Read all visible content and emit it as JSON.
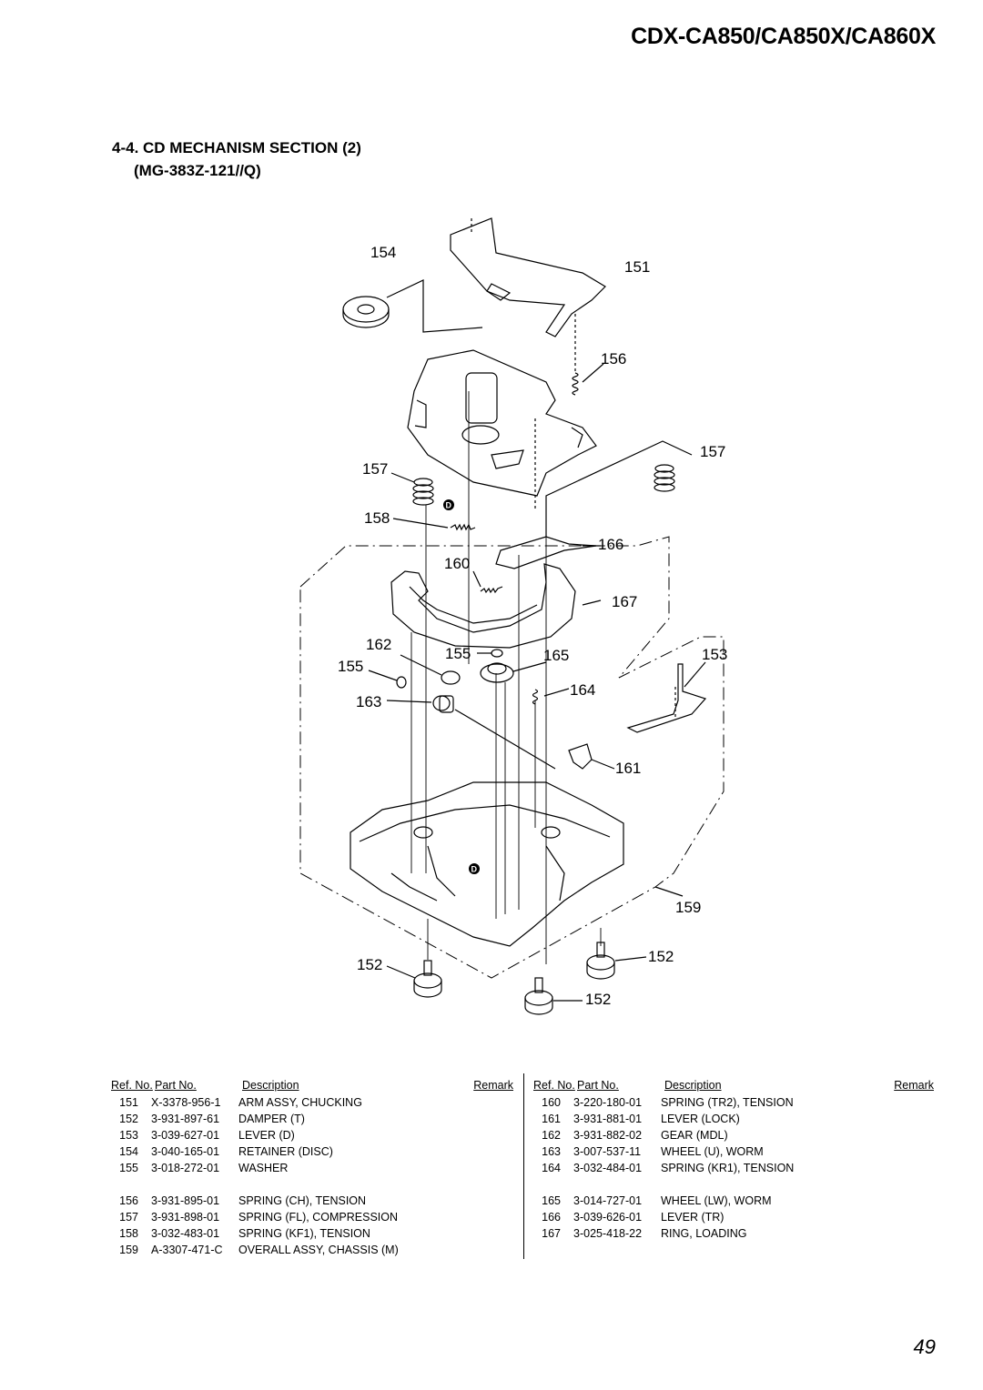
{
  "header": {
    "model": "CDX-CA850/CA850X/CA860X"
  },
  "section": {
    "title": "4-4. CD MECHANISM SECTION (2)",
    "subtitle": "(MG-383Z-121//Q)"
  },
  "callouts": {
    "c154": "154",
    "c151": "151",
    "c156": "156",
    "c157a": "157",
    "c157b": "157",
    "c158": "158",
    "c166": "166",
    "c160": "160",
    "c167": "167",
    "c162": "162",
    "c155a": "155",
    "c155b": "155",
    "c165": "165",
    "c153": "153",
    "c164": "164",
    "c163": "163",
    "c161": "161",
    "c159": "159",
    "c152a": "152",
    "c152b": "152",
    "c152c": "152",
    "d1": "D",
    "d2": "D"
  },
  "table_headers": {
    "ref": "Ref. No.",
    "part": "Part No.",
    "desc": "Description",
    "remark": "Remark"
  },
  "parts_left": [
    {
      "ref": "151",
      "part": "X-3378-956-1",
      "desc": "ARM ASSY, CHUCKING"
    },
    {
      "ref": "152",
      "part": "3-931-897-61",
      "desc": "DAMPER (T)"
    },
    {
      "ref": "153",
      "part": "3-039-627-01",
      "desc": "LEVER (D)"
    },
    {
      "ref": "154",
      "part": "3-040-165-01",
      "desc": "RETAINER (DISC)"
    },
    {
      "ref": "155",
      "part": "3-018-272-01",
      "desc": "WASHER"
    },
    {
      "ref": "156",
      "part": "3-931-895-01",
      "desc": "SPRING (CH), TENSION"
    },
    {
      "ref": "157",
      "part": "3-931-898-01",
      "desc": "SPRING (FL), COMPRESSION"
    },
    {
      "ref": "158",
      "part": "3-032-483-01",
      "desc": "SPRING (KF1), TENSION"
    },
    {
      "ref": "159",
      "part": "A-3307-471-C",
      "desc": "OVERALL ASSY, CHASSIS (M)"
    }
  ],
  "parts_right": [
    {
      "ref": "160",
      "part": "3-220-180-01",
      "desc": "SPRING (TR2), TENSION"
    },
    {
      "ref": "161",
      "part": "3-931-881-01",
      "desc": "LEVER (LOCK)"
    },
    {
      "ref": "162",
      "part": "3-931-882-02",
      "desc": "GEAR (MDL)"
    },
    {
      "ref": "163",
      "part": "3-007-537-11",
      "desc": "WHEEL (U), WORM"
    },
    {
      "ref": "164",
      "part": "3-032-484-01",
      "desc": "SPRING (KR1), TENSION"
    },
    {
      "ref": "165",
      "part": "3-014-727-01",
      "desc": "WHEEL (LW), WORM"
    },
    {
      "ref": "166",
      "part": "3-039-626-01",
      "desc": "LEVER (TR)"
    },
    {
      "ref": "167",
      "part": "3-025-418-22",
      "desc": "RING, LOADING"
    }
  ],
  "page_number": "49"
}
